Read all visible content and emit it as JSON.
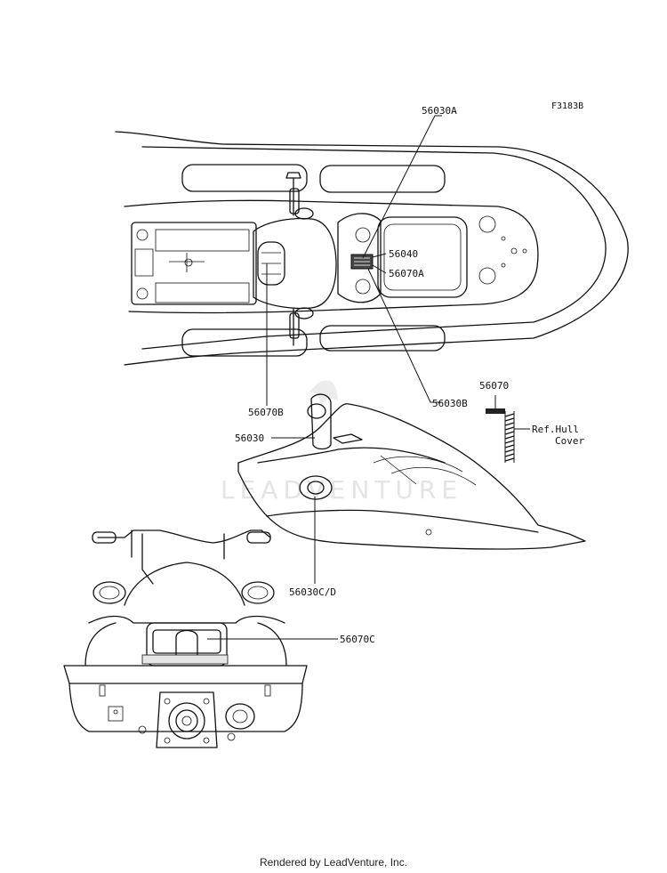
{
  "figure_code": "F3183B",
  "watermark": "LEADVENTURE",
  "callouts": {
    "c_56030A": "56030A",
    "c_56040": "56040",
    "c_56070A": "56070A",
    "c_56030B": "56030B",
    "c_56070B": "56070B",
    "c_56070": "56070",
    "c_56030": "56030",
    "c_ref_line1": "Ref.Hull",
    "c_ref_line2": "Cover",
    "c_56030CD": "56030C/D",
    "c_56070C": "56070C"
  },
  "footer": "Rendered by LeadVenture, Inc."
}
